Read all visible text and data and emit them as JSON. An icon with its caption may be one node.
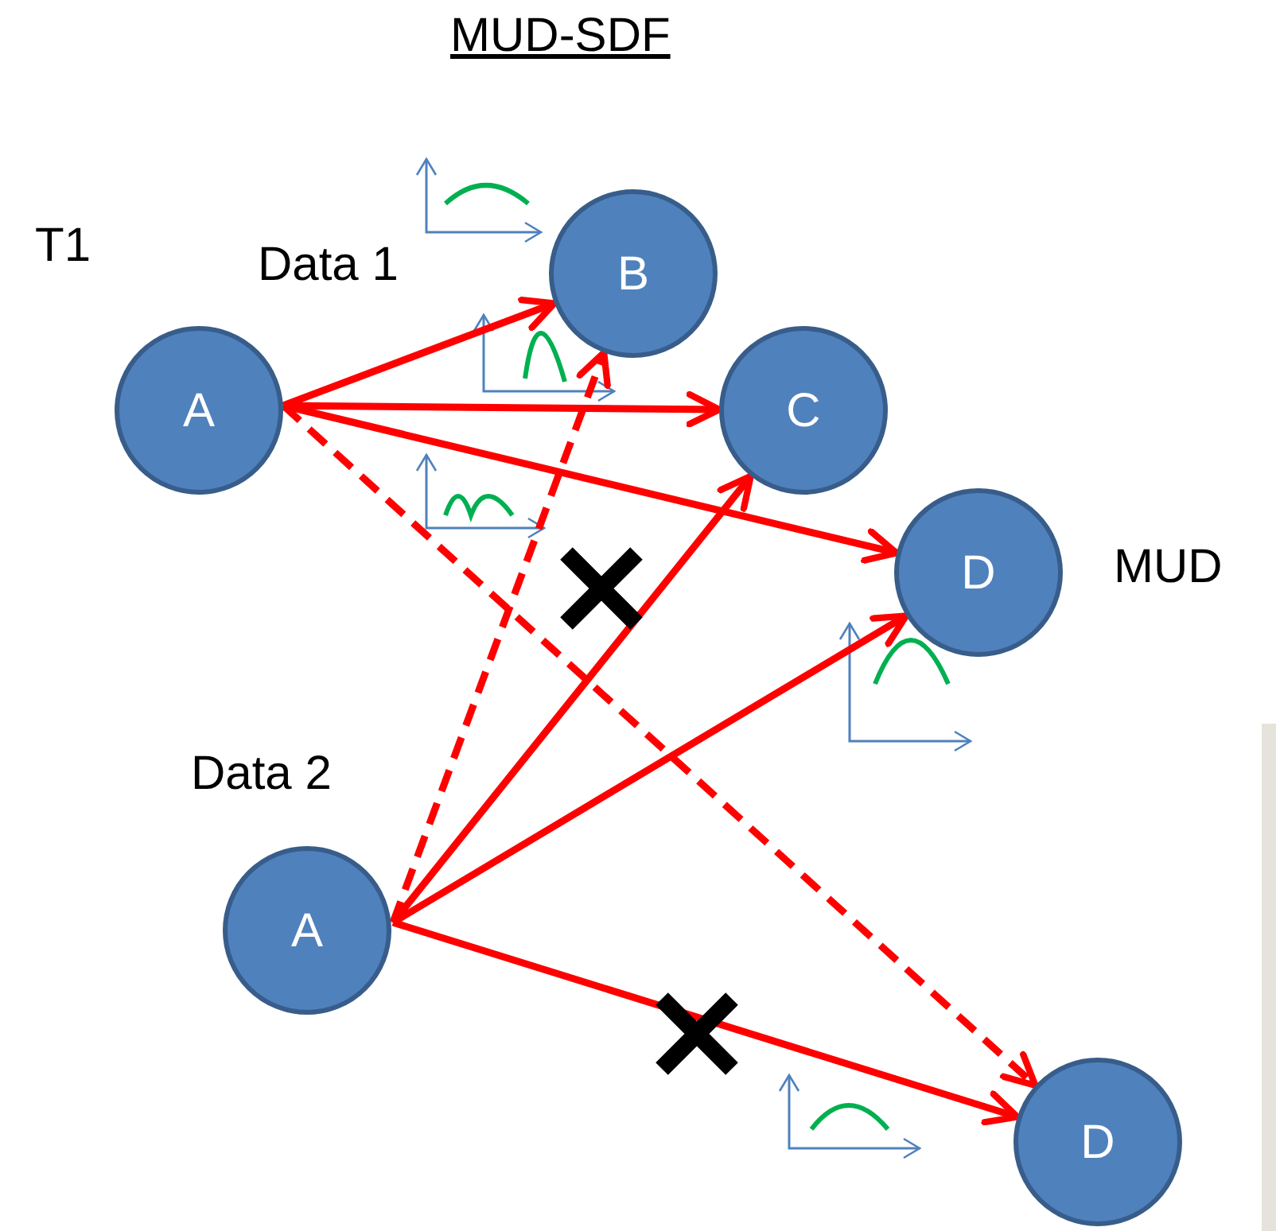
{
  "diagram": {
    "title": "MUD-SDF",
    "nodes": [
      {
        "text": [
          "A"
        ]
      },
      {
        "text": [
          "B"
        ]
      },
      {
        "text": [
          "C"
        ]
      },
      {
        "text": [
          "D"
        ]
      },
      {
        "text": [
          "A"
        ]
      },
      {
        "text": [
          "D"
        ]
      }
    ],
    "edges": [
      {
        "from": 0,
        "to": 1,
        "arrow": "to"
      },
      {
        "from": 0,
        "to": 2,
        "arrow": "to"
      },
      {
        "from": 0,
        "to": 3,
        "arrow": "to"
      },
      {
        "from": 0,
        "to": 5,
        "arrow": "to",
        "style": "dashed"
      },
      {
        "from": 4,
        "to": 1,
        "arrow": "to",
        "style": "dashed"
      },
      {
        "from": 4,
        "to": 2,
        "arrow": "to"
      },
      {
        "from": 4,
        "to": 3,
        "arrow": "to"
      },
      {
        "from": 4,
        "to": 5,
        "arrow": "to"
      }
    ],
    "labels": [
      "T1",
      "Data 1",
      "MUD",
      "Data 2"
    ]
  }
}
